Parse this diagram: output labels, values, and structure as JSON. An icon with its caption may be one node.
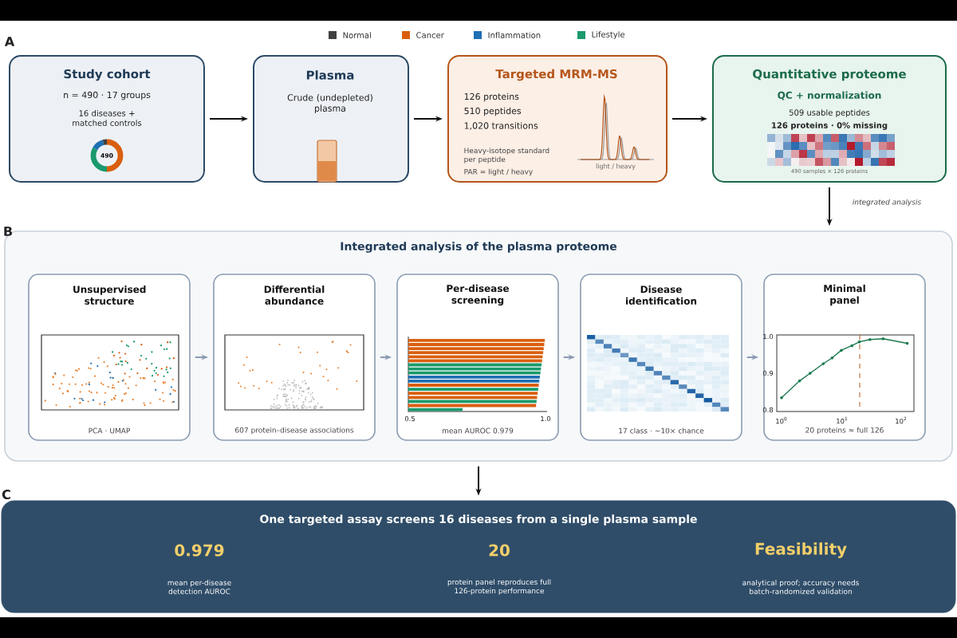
{
  "diagram": {
    "nodes": [
      {
        "text": [
          "Study cohort",
          "n = 490 · 17 groups",
          "16 diseases + matched controls",
          "490"
        ]
      },
      {
        "text": [
          "Plasma",
          "Crude (undepleted) plasma"
        ]
      },
      {
        "text": [
          "Targeted MRM-MS",
          "126 proteins",
          "510 peptides",
          "1,020 transitions",
          "Heavy-isotope standard per peptide",
          "PAR = light / heavy",
          "light / heavy"
        ]
      },
      {
        "text": [
          "Quantitative proteome",
          "QC + normalization",
          "509 usable peptides",
          "126 proteins · 0% missing",
          "490 samples × 126 proteins"
        ]
      },
      {
        "text": [
          "Integrated analysis of the plasma proteome"
        ]
      },
      {
        "text": [
          "Unsupervised structure",
          "PCA · UMAP"
        ],
        "in": 4
      },
      {
        "text": [
          "Differential abundance",
          "607 protein–disease associations"
        ],
        "in": 4
      },
      {
        "text": [
          "Per-disease screening",
          "mean AUROC 0.979"
        ],
        "in": 4
      },
      {
        "text": [
          "Disease identification",
          "17 class · ~10× chance"
        ],
        "in": 4
      },
      {
        "text": [
          "Minimal panel",
          "20 proteins ≈ full 126"
        ],
        "in": 4
      },
      {
        "text": [
          "One targeted assay screens 16 diseases from a single plasma sample",
          "0.979",
          "mean per-disease detection AUROC",
          "20",
          "protein panel reproduces full 126-protein performance",
          "Feasibility",
          "analytical proof; accuracy needs batch-randomized validation"
        ]
      }
    ],
    "edges": [
      {
        "from": 0,
        "to": 1,
        "arrow": "to"
      },
      {
        "from": 1,
        "to": 2,
        "arrow": "to"
      },
      {
        "from": 2,
        "to": 3,
        "arrow": "to"
      },
      {
        "from": 3,
        "to": 4,
        "arrow": "to",
        "label": "integrated analysis"
      },
      {
        "from": 5,
        "to": 6,
        "arrow": "to",
        "color": "#8a9bb0"
      },
      {
        "from": 6,
        "to": 7,
        "arrow": "to",
        "color": "#8a9bb0"
      },
      {
        "from": 7,
        "to": 8,
        "arrow": "to",
        "color": "#8a9bb0"
      },
      {
        "from": 8,
        "to": 9,
        "arrow": "to",
        "color": "#8a9bb0"
      },
      {
        "from": 4,
        "to": 10,
        "arrow": "to"
      }
    ],
    "labels": [
      "A",
      "B",
      "0.5",
      "1.0",
      "1.0",
      "0.9",
      "0.8",
      "10$^{0}$",
      "10$^{1}$",
      "10$^{2}$",
      "C"
    ],
    "legend": [
      {
        "text": "Normal",
        "color": "#404040"
      },
      {
        "text": "Cancer",
        "color": "#d95f0e"
      },
      {
        "text": "Inflammation",
        "color": "#1f6fb4"
      },
      {
        "text": "Lifestyle",
        "color": "#1a9a6c"
      }
    ]
  }
}
